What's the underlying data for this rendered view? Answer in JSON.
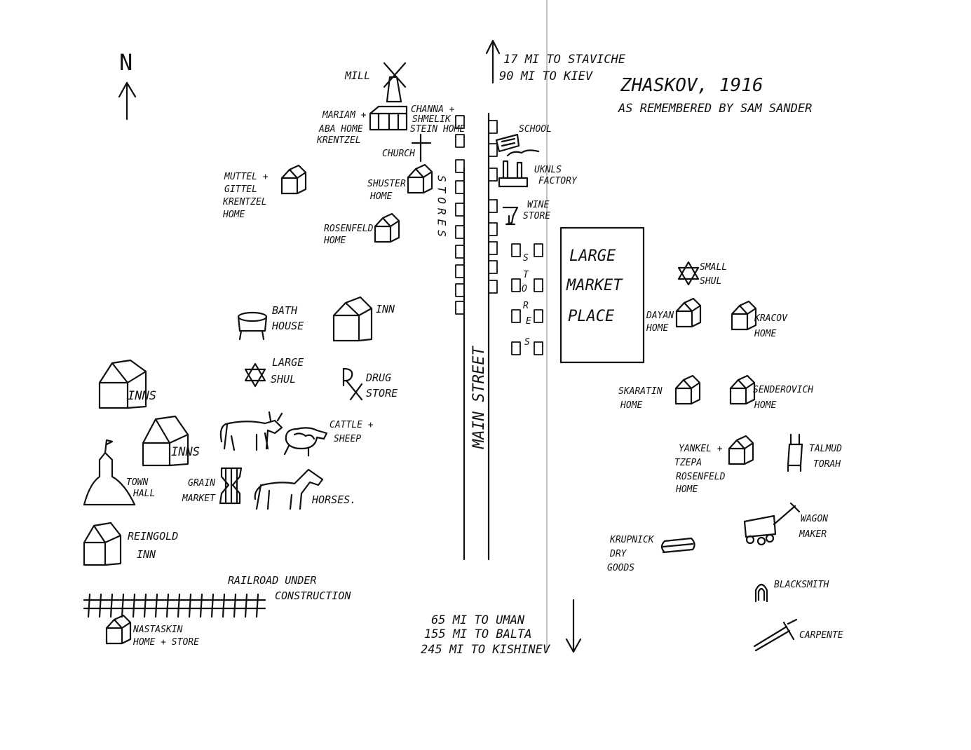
{
  "title": "ZHASKOV, 1916",
  "subtitle": "AS REMEMBERED BY SAM SANDER",
  "north": "N",
  "directions": {
    "north_1": "17 MI TO STAVICHE",
    "north_2": "90 MI TO KIEV",
    "south_1": "65 MI TO UMAN",
    "south_2": "155 MI TO BALTA",
    "south_3": "245 MI TO KISHINEV"
  },
  "street": "MAIN STREET",
  "stores_vertical": "STORES",
  "labels": {
    "mill": "MILL",
    "mariam_1": "MARIAM +",
    "mariam_2": "ABA HOME",
    "mariam_3": "KRENTZEL",
    "channa_1": "CHANNA +",
    "channa_2": "SHMELIK",
    "channa_3": "STEIN HOME",
    "church": "CHURCH",
    "muttel_1": "MUTTEL +",
    "muttel_2": "GITTEL",
    "muttel_3": "KRENTZEL",
    "muttel_4": "HOME",
    "shuster_1": "SHUSTER",
    "shuster_2": "HOME",
    "rosenfeld_1": "ROSENFELD",
    "rosenfeld_2": "HOME",
    "bath_1": "BATH",
    "bath_2": "HOUSE",
    "inn": "INN",
    "large_shul_1": "LARGE",
    "large_shul_2": "SHUL",
    "drug_1": "DRUG",
    "drug_2": "STORE",
    "inns_1": "INNS",
    "inns_2": "INNS",
    "cattle_1": "CATTLE +",
    "cattle_2": "SHEEP",
    "town_1": "TOWN",
    "town_2": "HALL",
    "grain_1": "GRAIN",
    "grain_2": "MARKET",
    "horses": "HORSES.",
    "reingold_1": "REINGOLD",
    "reingold_2": "INN",
    "railroad_1": "RAILROAD UNDER",
    "railroad_2": "CONSTRUCTION",
    "nastaskin_1": "NASTASKIN",
    "nastaskin_2": "HOME + STORE",
    "school": "SCHOOL",
    "factory_1": "UKNLS",
    "factory_2": "FACTORY",
    "wine_1": "WINE",
    "wine_2": "STORE",
    "market_1": "LARGE",
    "market_2": "MARKET",
    "market_3": "PLACE",
    "small_shul_1": "SMALL",
    "small_shul_2": "SHUL",
    "dayan_1": "DAYAN",
    "dayan_2": "HOME",
    "kracov_1": "KRACOV",
    "kracov_2": "HOME",
    "skaratin_1": "SKARATIN",
    "skaratin_2": "HOME",
    "senderovich_1": "SENDEROVICH",
    "senderovich_2": "HOME",
    "yankel_1": "YANKEL +",
    "yankel_2": "TZEPA",
    "yankel_3": "ROSENFELD",
    "yankel_4": "HOME",
    "talmud_1": "TALMUD",
    "talmud_2": "TORAH",
    "wagon_1": "WAGON",
    "wagon_2": "MAKER",
    "krupnick_1": "KRUPNICK",
    "krupnick_2": "DRY",
    "krupnick_3": "GOODS",
    "blacksmith": "BLACKSMITH",
    "carpenter": "CARPENTE"
  },
  "icons": {
    "north": "north-arrow-icon",
    "house": "house-icon",
    "store": "store-box-icon",
    "mill": "windmill-icon",
    "church": "cross-icon",
    "shul": "star-of-david-icon",
    "drug": "rx-icon",
    "cow": "cow-icon",
    "sheep": "sheep-icon",
    "horse": "horse-icon",
    "wagon": "wagon-icon",
    "horseshoe": "horseshoe-icon",
    "hammer": "hammer-icon"
  },
  "colors": {
    "ink": "#111111",
    "paper": "#ffffff"
  }
}
